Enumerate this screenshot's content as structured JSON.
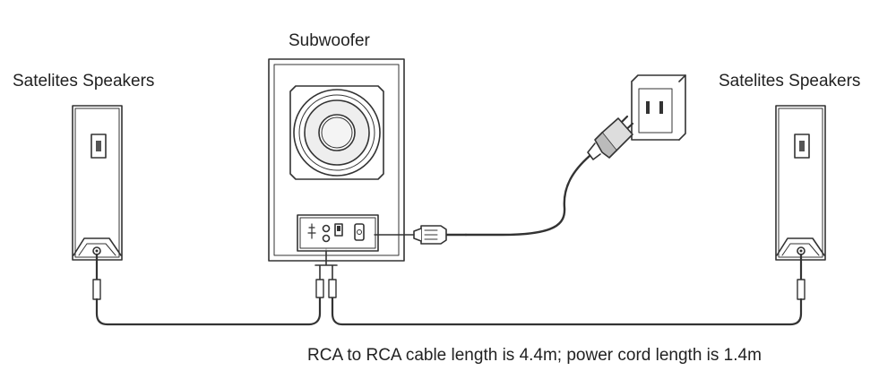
{
  "labels": {
    "left_speaker": "Satelites Speakers",
    "subwoofer": "Subwoofer",
    "right_speaker": "Satelites Speakers"
  },
  "caption": "RCA to RCA cable length is 4.4m; power cord length is 1.4m",
  "icons": {
    "speaker": "satellite-speaker-icon",
    "subwoofer": "subwoofer-icon",
    "outlet": "wall-outlet-icon",
    "plug": "power-plug-icon"
  },
  "colors": {
    "line": "#333333",
    "fill": "#ffffff",
    "shade": "#cfcfcf"
  }
}
